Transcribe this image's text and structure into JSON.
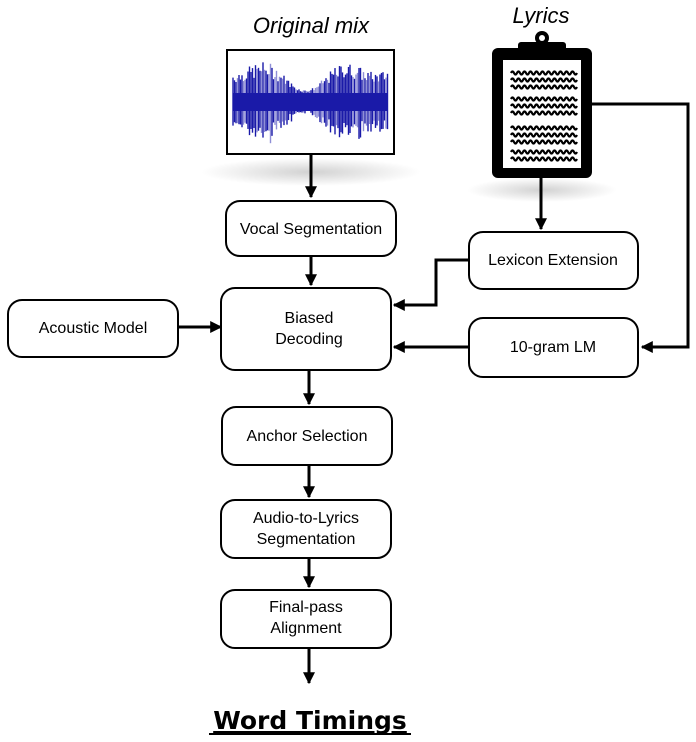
{
  "titles": {
    "original_mix": "Original mix",
    "lyrics": "Lyrics"
  },
  "nodes": {
    "vocal_segmentation": "Vocal Segmentation",
    "lexicon_extension": "Lexicon Extension",
    "acoustic_model": "Acoustic Model",
    "biased_decoding": [
      "Biased",
      "Decoding"
    ],
    "ngram_lm": "10-gram LM",
    "anchor_selection": "Anchor Selection",
    "audio_to_lyrics": [
      "Audio-to-Lyrics",
      "Segmentation"
    ],
    "final_pass": [
      "Final-pass",
      "Alignment"
    ]
  },
  "output": "Word Timings",
  "colors": {
    "waveform": "#1a1aa8",
    "waveform_light": "#8f8fd6",
    "clipboard": "#000000"
  },
  "icons": {
    "waveform": "audio-waveform-icon",
    "lyrics": "clipboard-icon"
  }
}
